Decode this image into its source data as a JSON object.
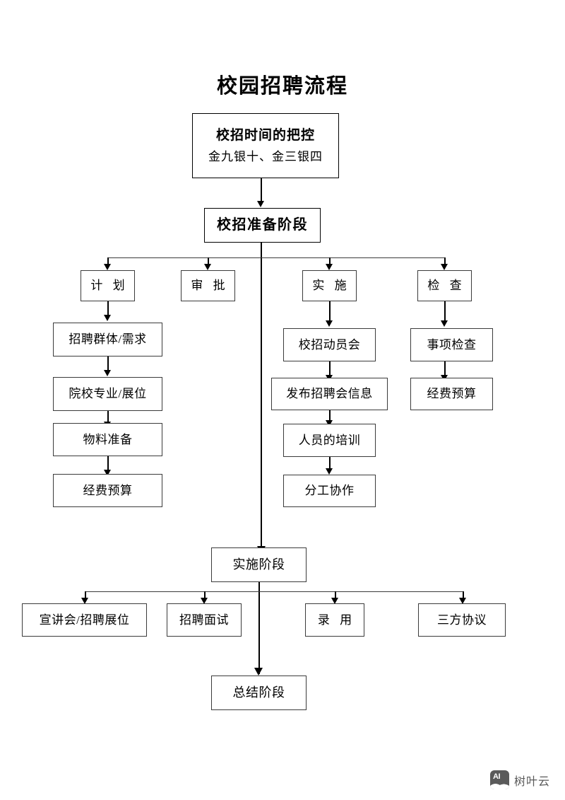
{
  "document": {
    "title": "校园招聘流程"
  },
  "flow": {
    "top_box": {
      "line1": "校招时间的把控",
      "line2": "金九银十、金三银四"
    },
    "prep_stage": "校招准备阶段",
    "branches": [
      {
        "label": "计 划"
      },
      {
        "label": "审 批"
      },
      {
        "label": "实 施"
      },
      {
        "label": "检 查"
      }
    ],
    "column_plan": [
      "招聘群体/需求",
      "院校专业/展位",
      "物料准备",
      "经费预算"
    ],
    "column_approve": [],
    "column_execute": [
      "校招动员会",
      "发布招聘会信息",
      "人员的培训",
      "分工协作"
    ],
    "column_check": [
      "事项检查",
      "经费预算"
    ],
    "implement_stage": "实施阶段",
    "implement_children": [
      "宣讲会/招聘展位",
      "招聘面试",
      "录 用",
      "三方协议"
    ],
    "summary_stage": "总结阶段"
  },
  "watermark": {
    "icon": "ai-image-icon",
    "icon_text": "AI",
    "text": "树叶云"
  },
  "colors": {
    "line": "#3b3b3b",
    "text": "#000000",
    "background": "#ffffff",
    "watermark": "#5a5a5a"
  }
}
